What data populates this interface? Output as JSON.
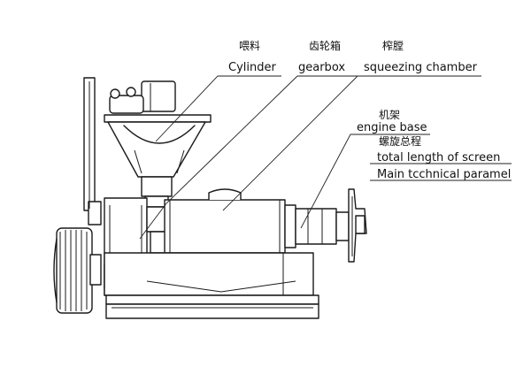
{
  "labels": {
    "cylinder": {
      "cn": "喂料",
      "en": "Cylinder"
    },
    "gearbox": {
      "cn": "齿轮箱",
      "en": "gearbox"
    },
    "squeezing_chamber": {
      "cn": "榨膛",
      "en": "squeezing chamber"
    },
    "engine_base": {
      "cn": "机架",
      "en": "engine base"
    },
    "screw_length": {
      "cn": "螺旋总程",
      "en": "total length of screen"
    },
    "main_parameters": {
      "en": "Main tcchnical paramel"
    }
  },
  "colors": {
    "ink": "#1a1a1a",
    "background": "#ffffff"
  }
}
